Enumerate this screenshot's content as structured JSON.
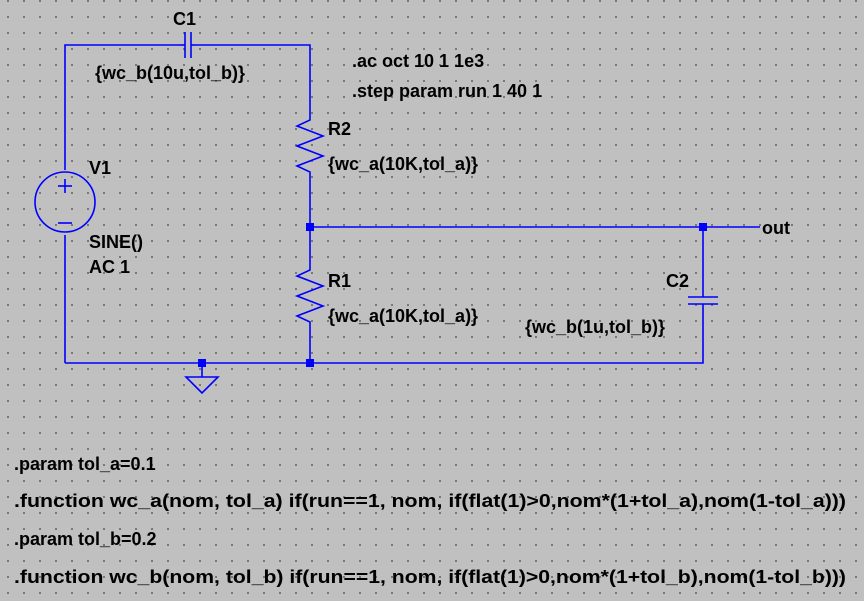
{
  "colors": {
    "background": "#c0c0c0",
    "wire": "#0000ff",
    "text": "#000000"
  },
  "components": {
    "c1": {
      "ref": "C1",
      "value": "{wc_b(10u,tol_b)}"
    },
    "r2": {
      "ref": "R2",
      "value": "{wc_a(10K,tol_a)}"
    },
    "r1": {
      "ref": "R1",
      "value": "{wc_a(10K,tol_a)}"
    },
    "c2": {
      "ref": "C2",
      "value": "{wc_b(1u,tol_b)}"
    },
    "v1": {
      "ref": "V1",
      "value": "SINE()",
      "ac": "AC 1"
    }
  },
  "nets": {
    "out": "out"
  },
  "directives": {
    "ac": ".ac oct 10 1 1e3",
    "step": ".step param run 1 40 1",
    "param_tol_a": ".param tol_a=0.1",
    "function_wc_a": ".function wc_a(nom, tol_a) if(run==1, nom, if(flat(1)>0,nom*(1+tol_a),nom(1-tol_a)))",
    "param_tol_b": ".param tol_b=0.2",
    "function_wc_b": ".function wc_b(nom, tol_b) if(run==1, nom, if(flat(1)>0,nom*(1+tol_b),nom(1-tol_b)))"
  }
}
